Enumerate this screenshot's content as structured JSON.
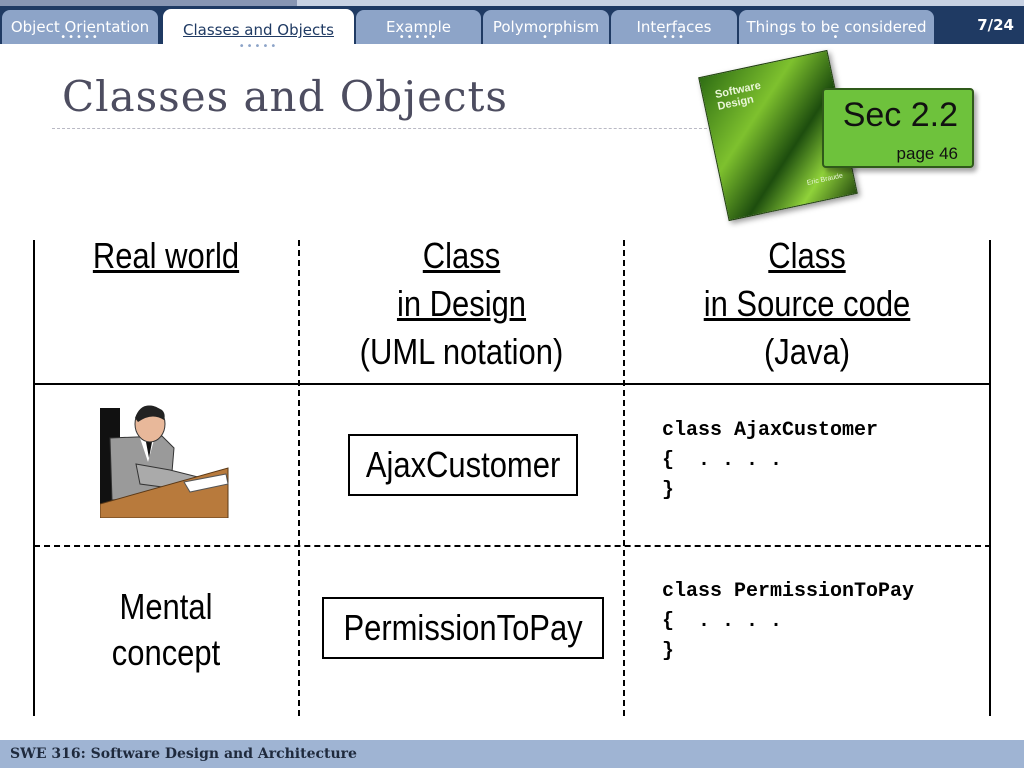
{
  "progress": {
    "fraction": 0.29
  },
  "nav": {
    "tabs": [
      {
        "label": "Object Orientation",
        "dots": "•••••",
        "active": false
      },
      {
        "label": "Classes and Objects",
        "dots": "•••••",
        "active": true
      },
      {
        "label": "Example",
        "dots": "•••••",
        "active": false
      },
      {
        "label": "Polymorphism",
        "dots": "•",
        "active": false
      },
      {
        "label": "Interfaces",
        "dots": "•••",
        "active": false
      },
      {
        "label": "Things to be considered",
        "dots": "•",
        "active": false
      }
    ],
    "page": "7/24"
  },
  "title": "Classes and Objects",
  "book": {
    "title_line1": "Software",
    "title_line2": "Design",
    "author": "Eric Braude"
  },
  "ref": {
    "section": "Sec 2.2",
    "page": "page 46"
  },
  "table": {
    "headers": {
      "real_world": "Real world",
      "design_line1": "Class",
      "design_line2": "in Design",
      "design_line3": "(UML notation)",
      "source_line1": "Class",
      "source_line2": "in Source code",
      "source_line3": "(Java)"
    },
    "row1": {
      "uml_class": "AjaxCustomer",
      "code_line1": "class AjaxCustomer",
      "code_line2": "{  . . . .",
      "code_line3": "}"
    },
    "row2": {
      "real_line1": "Mental",
      "real_line2": "concept",
      "uml_class": "PermissionToPay",
      "code_line1": "class PermissionToPay",
      "code_line2": "{  . . . .",
      "code_line3": "}"
    }
  },
  "footer": "SWE 316: Software Design and Architecture",
  "colors": {
    "nav_bg": "#1f3a63",
    "tab_bg": "#8da4c8",
    "ribbon": "#6ec23c",
    "footer_bg": "#9fb4d3"
  }
}
